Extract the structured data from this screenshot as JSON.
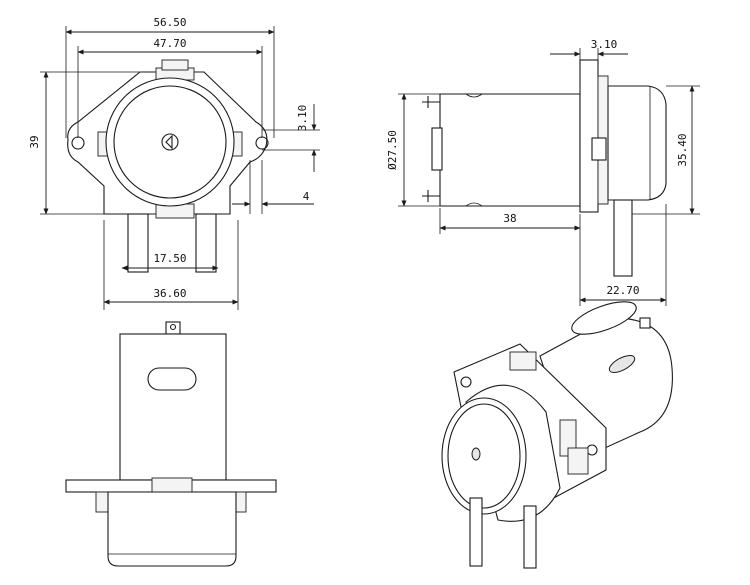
{
  "dimensions": {
    "overall_width": "56.50",
    "mount_hole_pitch": "47.70",
    "height": "39",
    "flange_offset": "3.10",
    "slot_width": "4",
    "tube_spacing": "17.50",
    "body_width": "36.60",
    "side_flange_offset": "3.10",
    "motor_diameter": "27.50",
    "motor_length": "38",
    "head_height": "35.40",
    "head_depth": "22.70"
  },
  "colors": {
    "line": "#1a1a1a",
    "background": "#ffffff",
    "shade": "#e6e6e6"
  }
}
